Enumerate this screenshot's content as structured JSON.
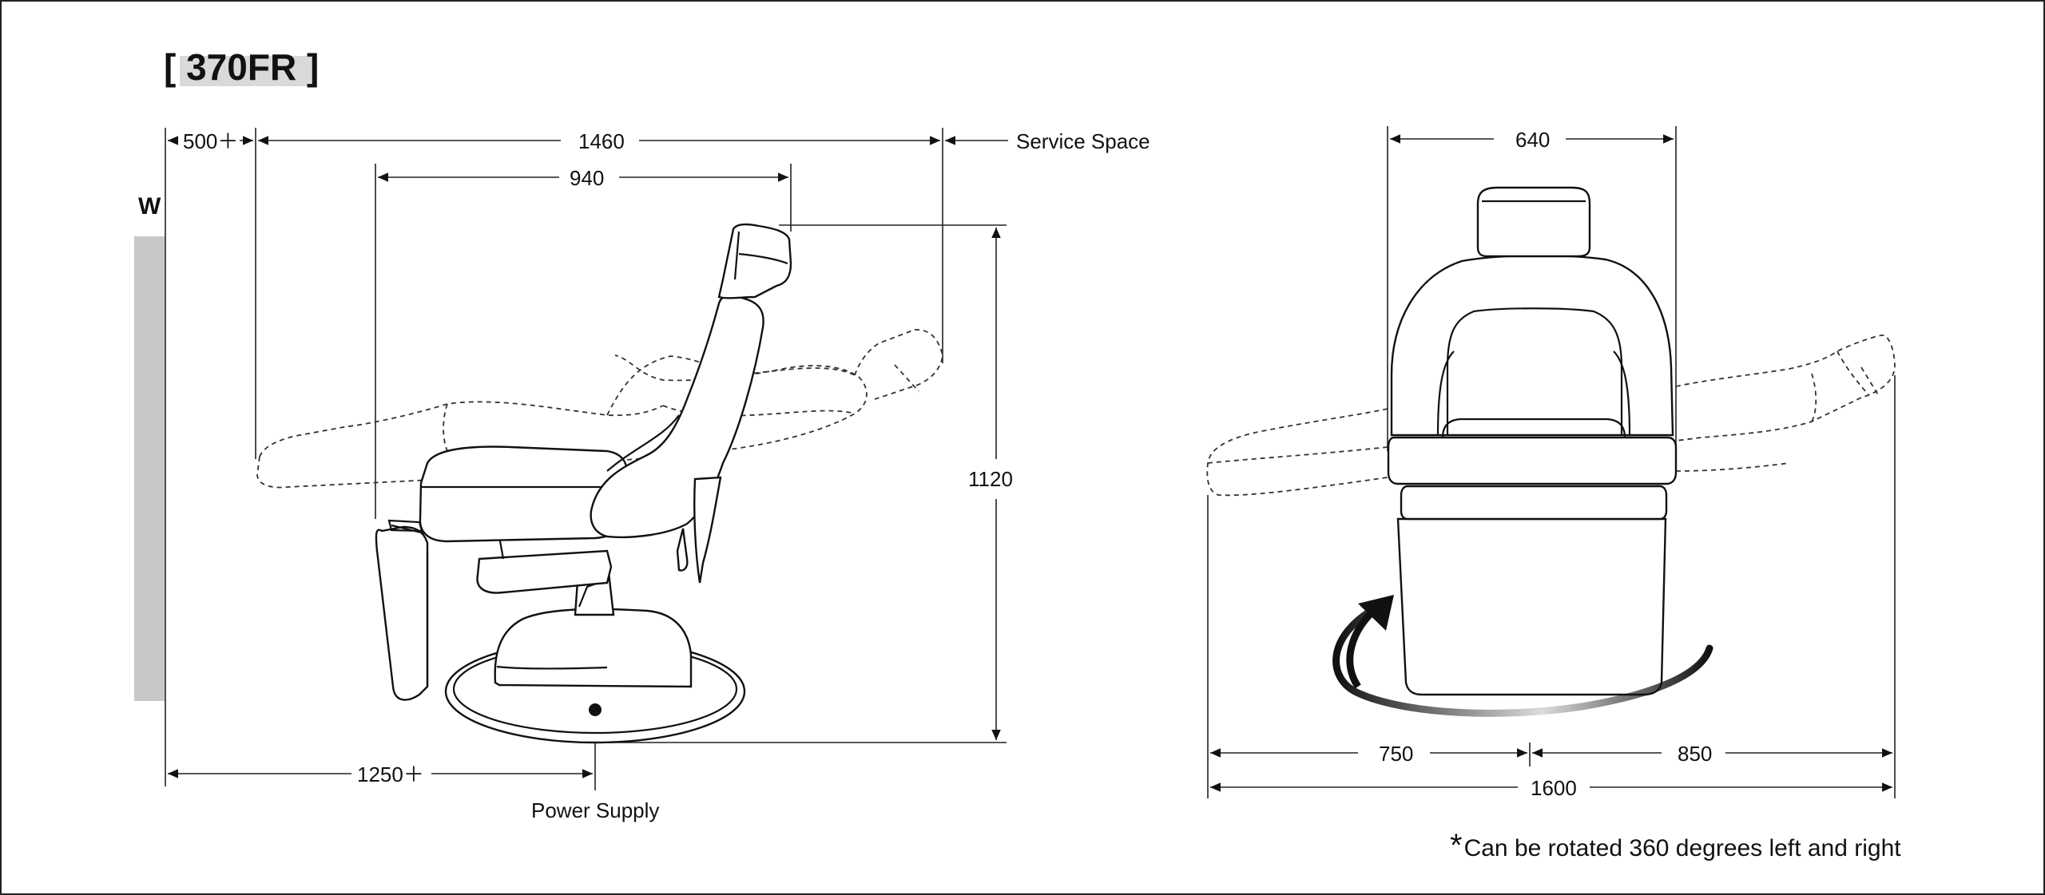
{
  "title": "[ 370FR ]",
  "wall_label": "W",
  "dimensions": {
    "service_clearance": "500＋",
    "side_length": "1460",
    "service_space": "Service Space",
    "seat_depth": "940",
    "height": "1120",
    "floor_distance": "1250＋",
    "front_width": "640",
    "left_swing": "750",
    "right_swing": "850",
    "total_width": "1600"
  },
  "labels": {
    "power_supply": "Power Supply",
    "rotation_asterisk": "*",
    "rotation_note": "Can be rotated 360 degrees left and right"
  },
  "colors": {
    "wall": "#c8c8c8",
    "line": "#111111",
    "title_highlight": "#d9d9d9"
  }
}
